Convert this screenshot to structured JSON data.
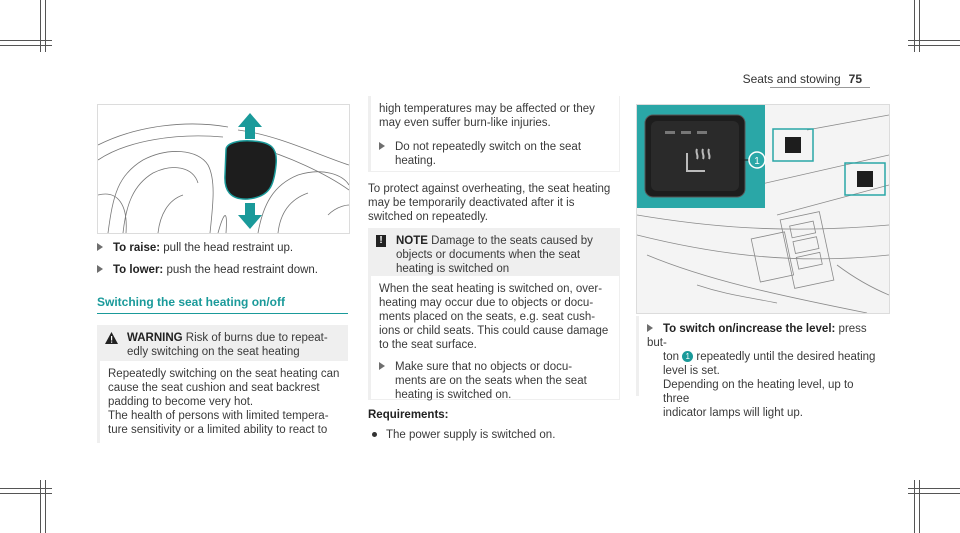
{
  "header": {
    "section": "Seats and stowing",
    "page": "75"
  },
  "left": {
    "raise_label": "To raise:",
    "raise_text": "pull the head restraint up.",
    "lower_label": "To lower:",
    "lower_text": "push the head restraint down.",
    "section_title": "Switching the seat heating on/off",
    "warning_title": "WARNING",
    "warning_head_l1": "Risk of burns due to repeat-",
    "warning_head_l2": "edly switching on the seat heating",
    "warning_body": [
      "Repeatedly switching on the seat heating can",
      "cause the seat cushion and seat backrest",
      "padding to become very hot.",
      "The health of persons with limited tempera-",
      "ture sensitivity or a limited ability to react to"
    ]
  },
  "middle": {
    "cont_l1": "high temperatures may be affected or they",
    "cont_l2": "may even suffer burn-like injuries.",
    "cont_bullet_l1": "Do not repeatedly switch on the seat",
    "cont_bullet_l2": "heating.",
    "para": [
      "To protect against overheating, the seat heating",
      "may be temporarily deactivated after it is",
      "switched on repeatedly."
    ],
    "note_icon": "!",
    "note_title": "NOTE",
    "note_head_l1": "Damage to the seats caused by",
    "note_head_l2": "objects or documents when the seat",
    "note_head_l3": "heating is switched on",
    "note_body": [
      "When the seat heating is switched on, over-",
      "heating may occur due to objects or docu-",
      "ments placed on the seats, e.g. seat cush-",
      "ions or child seats. This could cause damage",
      "to the seat surface."
    ],
    "note_bullet": [
      "Make sure that no objects or docu-",
      "ments are on the seats when the seat",
      "heating is switched on."
    ],
    "req_title": "Requirements:",
    "req_item": "The power supply is switched on."
  },
  "right": {
    "callout": "1",
    "switch_label": "To switch on/increase the level:",
    "switch_text_l1_tail": "press but-",
    "switch_text_l2_head": "ton",
    "switch_text_l2_tail": "repeatedly until the desired heating",
    "lines": [
      "level is set.",
      "Depending on the heating level, up to three",
      "indicator lamps will light up."
    ]
  },
  "colors": {
    "accent": "#1a9a9a",
    "box_grey": "#efefef"
  }
}
